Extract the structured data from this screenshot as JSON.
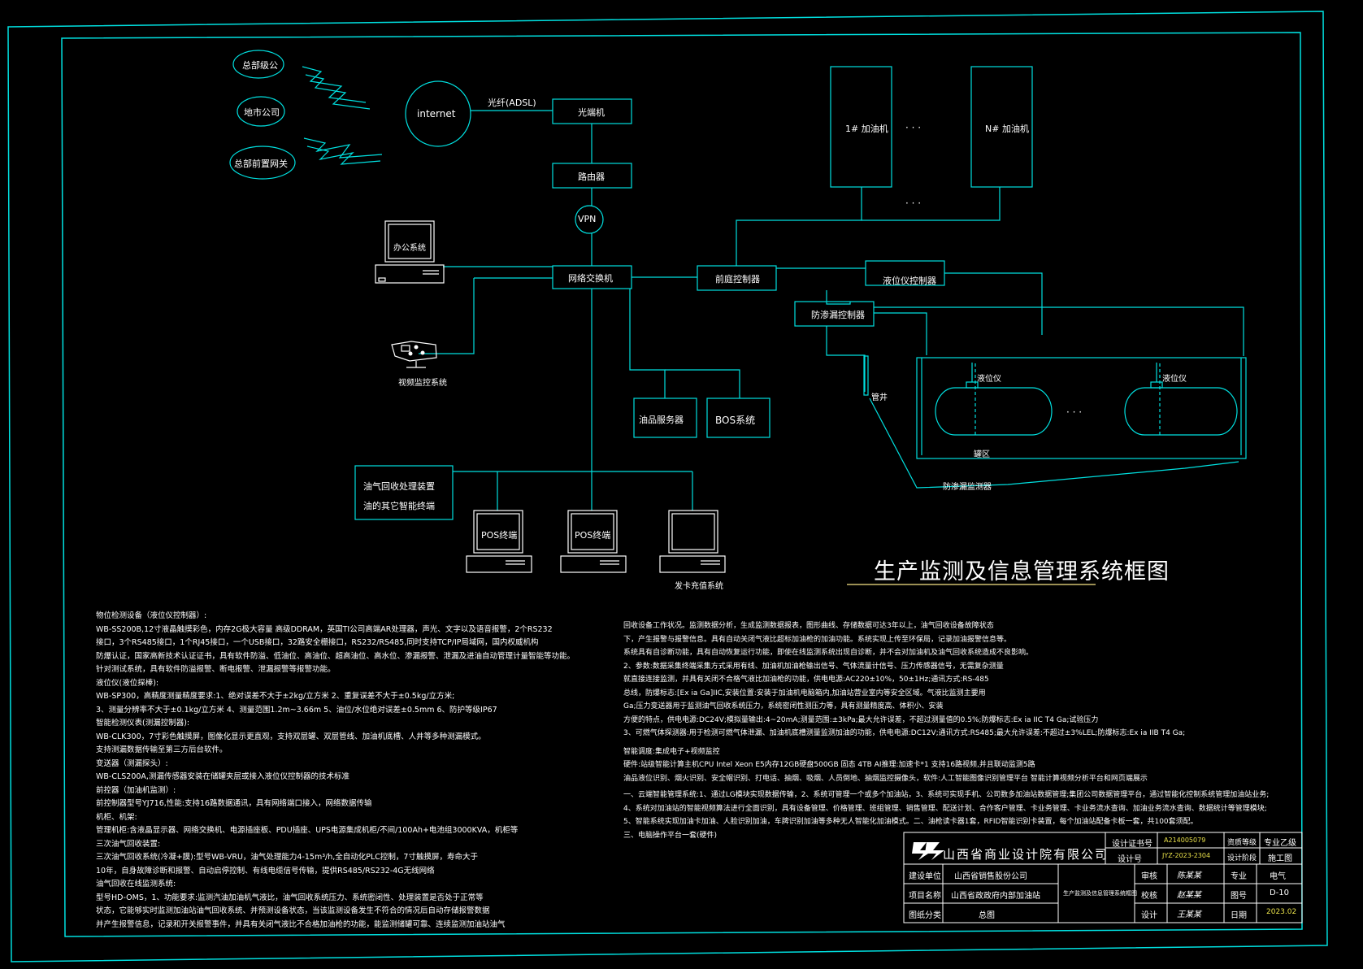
{
  "diagram": {
    "title": "生产监测及信息管理系统框图",
    "nodes": {
      "hq": "总部级公",
      "branch": "地市公司",
      "gateway": "总部前置网关",
      "internet": "internet",
      "link": "光纤(ADSL)",
      "optical": "光端机",
      "router": "路由器",
      "vpn": "VPN",
      "office": "办公系统",
      "video": "视频监控系统",
      "switch": "网络交换机",
      "front": "前庭控制器",
      "dispenser_1": "1# 加油机",
      "dispenser_n": "N# 加油机",
      "level_ctrl": "液位仪控制器",
      "leak_ctrl": "防渗漏控制器",
      "level_1": "液位仪",
      "level_2": "液位仪",
      "pipe": "管井",
      "tank_area": "罐区",
      "leak_sensor": "防渗漏监测器",
      "oil_server": "油品服务器",
      "bos": "BOS系统",
      "vapor_l1": "油气回收处理装置",
      "vapor_l2": "油的其它智能终端",
      "pos_1": "POS终端",
      "pos_2": "POS终端",
      "card": "发卡充值系统",
      "dots": "· · ·"
    }
  },
  "notes_left": [
    "物位检测设备（液位仪控制器）:",
    "WB-SS200B,12寸液晶触摸彩色，内存2G极大容量  高级DDRAM，英国TI公司高端AR处理器，声光、文字以及语音报警，2个RS232",
    "接口，3个RS485接口，1个RJ45接口，一个USB接口，32路安全栅接口，RS232/RS485,同时支持TCP/IP局域网，国内权威机构",
    "防爆认证，国家高新技术认证证书，具有软件防溢、低油位、高油位、超高油位、高水位、渗漏报警、泄漏及进油自动管理计量智能等功能。",
    "针对测试系统，具有软件防溢报警、断电报警、泄漏报警等报警功能。",
    "液位仪(液位探棒):",
    "WB-SP300，高精度测量精度要求:1、绝对误差不大于±2kg/立方米 2、重复误差不大于±0.5kg/立方米;",
    "3、测量分辨率不大于±0.1kg/立方米  4、测量范围1.2m~3.66m  5、油位/水位绝对误差±0.5mm  6、防护等级IP67",
    "智能检测仪表(测漏控制器):",
    "WB-CLK300，7寸彩色触摸屏，图像化显示更直观，支持双层罐、双层管线、加油机底槽、人井等多种测漏模式。",
    "支持测漏数据传输至第三方后台软件。",
    "变送器（测漏探头）:",
    "WB-CLS200A,测漏传感器安装在储罐夹层或接入液位仪控制器的技术标准",
    "前控器（加油机监测）:",
    "前控制器型号YJ716,性能:支持16路数据通讯，具有网络端口接入，网络数据传输",
    "机柜、机架:",
    "管理机柜:含液晶显示器、网络交换机、电源插座板、PDU插座、UPS电源集成机柜/不间/100Ah+电池组3000KVA，机柜等",
    "三次油气回收装置:",
    "三次油气回收系统(冷凝+膜):型号WB-VRU，油气处理能力4-15m³/h,全自动化PLC控制，7寸触摸屏，寿命大于",
    "10年，自身故障诊断和报警、自动启停控制、有线电缆信号传输，提供RS485/RS232-4G无线网络",
    "油气回收在线监测系统:",
    "型号HD-OMS，1、功能要求:监测汽油加油机气液比，油气回收系统压力、系统密闭性、处理装置是否处于正常等",
    "状态，它能够实时监测加油站油气回收系统、并预测设备状态，当该监测设备发生不符合的情况后自动存储报警数据",
    "并产生报警信息，记录和开关报警事件，并具有关闭气液比不合格加油枪的功能，能监测储罐可靠、连续监测加油站油气"
  ],
  "notes_right": [
    "回收设备工作状况。监测数据分析，生成监测数据报表，图形曲线、存储数据可达3年以上，油气回收设备故障状态",
    "下，产生报警与报警信息。具有自动关闭气液比超标加油枪的加油功能。系统实现上传至环保局，记录加油报警信息等。",
    "系统具有自诊断功能，具有自动恢复运行功能，即使在线监测系统出现自诊断，并不会对加油机及油气回收系统造成不良影响。",
    "2、参数:数据采集终端采集方式采用有线、加油机加油枪输出信号、气体流量计信号、压力传感器信号，无需复杂测量",
    "就直接连接监测，并具有关闭不合格气液比加油枪的功能，供电电源:AC220±10%，50±1Hz;通讯方式:RS-485",
    "总线，防爆标志:[Ex ia Ga]IIC,安装位置:安装于加油机电脑箱内,加油站营业室内等安全区域。气液比监测主要用",
    "Ga;压力变送器用于监测油气回收系统压力，系统密闭性测压力等，具有测量精度高、体积小、安装",
    "方便的特点，供电电源:DC24V;模拟量输出:4~20mA;测量范围:±3kPa;最大允许误差，不超过测量值的0.5%;防爆标志:Ex ia IIC T4 Ga;试验压力",
    "3、可燃气体探测器:用于检测可燃气体泄漏、加油机底槽测量监测加油的功能，供电电源:DC12V;通讯方式:RS485;最大允许误差:不超过±3%LEL;防爆标志:Ex ia IIB T4 Ga;",
    "智能调度:集成电子+视频监控",
    "硬件:站级智能计算主机CPU Intel Xeon E5内存12GB硬盘500GB 固态 4TB AI推理:加速卡*1 支持16路视频,并且联动监测5路",
    "油品液位识别、烟火识别、安全帽识别、打电话、抽烟、吸烟、人员倒地、抽烟监控摄像头，软件:人工智能图像识别管理平台 智能计算视频分析平台和网页端展示",
    "一、云端智能管理系统:1、通过LG模块实现数据传输，2、系统可管理一个或多个加油站，3、系统可实现手机、公司数多加油站数据管理;集团公司数据管理平台，通过智能化控制系统管理加油站业务;",
    "4、系统对加油站的智能视频算法进行全面识别，具有设备管理、价格管理、班组管理、销售管理、配送计划、合作客户管理、卡业务管理、卡业务流水查询、加油业务流水查询、数据统计等管理模块;",
    "5、智能系统实现加油卡加油、人脸识别加油，车牌识别加油等多种无人智能化加油模式。二、油枪读卡器1套，RFID智能识别卡装置，每个加油站配备卡板一套，共100套须配。",
    "三、电脑操作平台一套(硬件)"
  ],
  "title_block": {
    "company": "山西省商业设计院有限公司",
    "cert_label": "设计证书号",
    "cert_value": "A214005079",
    "design_no_label": "设计号",
    "design_no_value": "JYZ-2023-2304",
    "qual_label": "资质等级",
    "qual_value": "专业乙级",
    "stage_label": "设计阶段",
    "stage_value": "施工图",
    "build_unit_label": "建设单位",
    "build_unit_value": "山西省销售股份公司",
    "project_label": "项目名称",
    "project_value": "山西省政政府内部加油站",
    "drawing_title": "生产监测及信息管理系统框图",
    "category_label": "图纸分类",
    "category_value": "总图",
    "review_label": "审核",
    "review_sig": "陈某某",
    "check_label": "校核",
    "check_sig": "赵某某",
    "design_label": "设计",
    "design_sig": "王某某",
    "major_label": "专业",
    "major_value": "电气",
    "drawing_no_label": "图号",
    "drawing_no_value": "D-10",
    "date_label": "日期",
    "date_value": "2023.02"
  },
  "colors": {
    "line": "#00e0e0",
    "frame": "#00e0e0",
    "text": "#ffffff",
    "highlight": "#e8e04a",
    "title_line": "#d0c070",
    "equipment": "#ffffff",
    "background": "#000000"
  }
}
